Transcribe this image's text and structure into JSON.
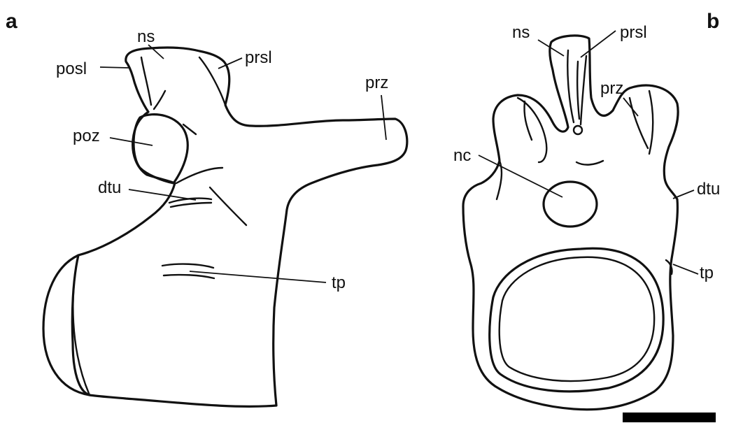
{
  "panels": {
    "a": {
      "letter": "a",
      "labels": {
        "ns": "ns",
        "posl": "posl",
        "prsl": "prsl",
        "prz": "prz",
        "poz": "poz",
        "dtu": "dtu",
        "tp": "tp"
      }
    },
    "b": {
      "letter": "b",
      "labels": {
        "ns": "ns",
        "prsl": "prsl",
        "prz": "prz",
        "nc": "nc",
        "dtu": "dtu",
        "tp": "tp"
      }
    }
  },
  "scale_bar": {
    "color": "#000000"
  }
}
